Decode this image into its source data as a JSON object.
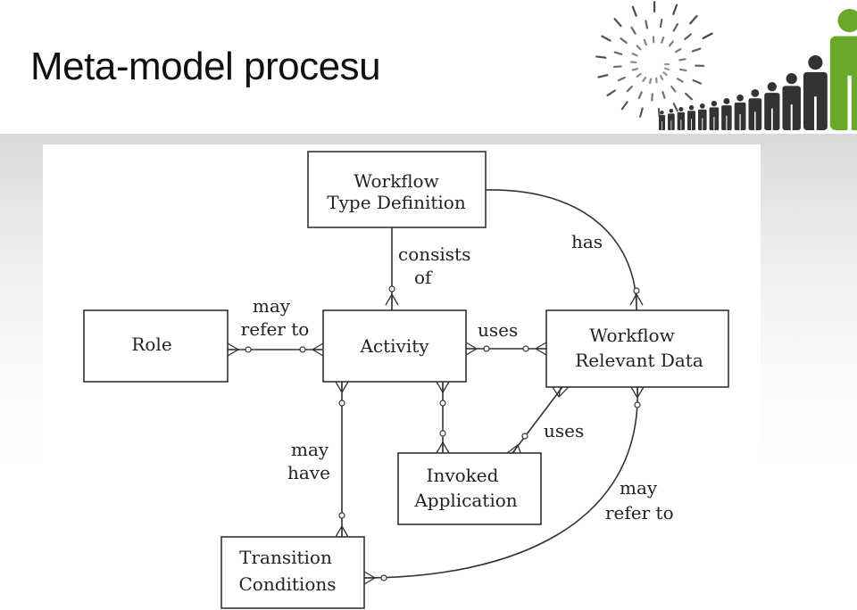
{
  "title": "Meta-model procesu",
  "diagram": {
    "entities": {
      "workflow_type_definition": [
        "Workflow",
        "Type Definition"
      ],
      "role": [
        "Role"
      ],
      "activity": [
        "Activity"
      ],
      "workflow_relevant_data": [
        "Workflow",
        "Relevant Data"
      ],
      "invoked_application": [
        "Invoked",
        "Application"
      ],
      "transition_conditions": [
        "Transition",
        "Conditions"
      ]
    },
    "relations": {
      "consists_of": [
        "consists",
        "of"
      ],
      "has": [
        "has"
      ],
      "may_refer_to_role": [
        "may",
        "refer to"
      ],
      "uses_data": [
        "uses"
      ],
      "uses_app": [
        "uses"
      ],
      "may_have": [
        "may",
        "have"
      ],
      "may_refer_to_transition": [
        "may",
        "refer to"
      ]
    }
  },
  "colors": {
    "logo_green": "#6aa82a",
    "logo_dark": "#333333"
  }
}
